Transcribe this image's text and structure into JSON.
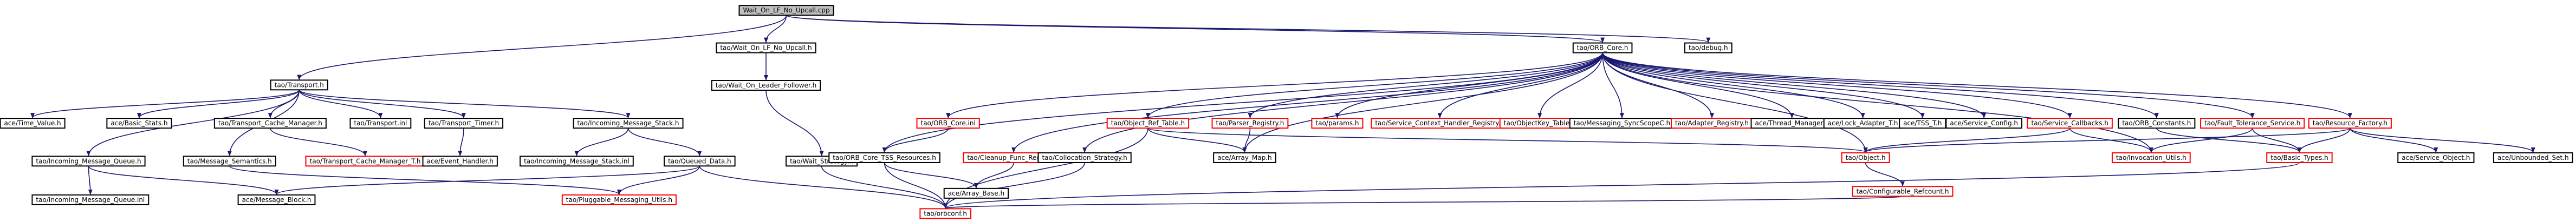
{
  "graph": {
    "root": "Wait_On_LF_No_Upcall.cpp",
    "colors": {
      "root_fill": "#bfbfbf",
      "node_border_black": "#000000",
      "node_border_red": "#ff0000",
      "node_fill": "#ffffff",
      "edge": "#191970"
    },
    "nodes": [
      {
        "id": "n_root",
        "label": "Wait_On_LF_No_Upcall.cpp",
        "border": "black",
        "root": true
      },
      {
        "id": "n_transport",
        "label": "tao/Transport.h",
        "border": "black"
      },
      {
        "id": "n_wait_lf_nu",
        "label": "tao/Wait_On_LF_No_Upcall.h",
        "border": "black"
      },
      {
        "id": "n_orb_core",
        "label": "tao/ORB_Core.h",
        "border": "black"
      },
      {
        "id": "n_debug",
        "label": "tao/debug.h",
        "border": "black"
      },
      {
        "id": "n_wait_leader",
        "label": "tao/Wait_On_Leader_Follower.h",
        "border": "black"
      },
      {
        "id": "n_time_value",
        "label": "ace/Time_Value.h",
        "border": "black"
      },
      {
        "id": "n_basic_stats",
        "label": "ace/Basic_Stats.h",
        "border": "black"
      },
      {
        "id": "n_tcm",
        "label": "tao/Transport_Cache_Manager.h",
        "border": "black"
      },
      {
        "id": "n_transport_inl",
        "label": "tao/Transport.inl",
        "border": "black"
      },
      {
        "id": "n_transport_timer",
        "label": "tao/Transport_Timer.h",
        "border": "black"
      },
      {
        "id": "n_ims",
        "label": "tao/Incoming_Message_Stack.h",
        "border": "black"
      },
      {
        "id": "n_imq",
        "label": "tao/Incoming_Message_Queue.h",
        "border": "black"
      },
      {
        "id": "n_msg_sem",
        "label": "tao/Message_Semantics.h",
        "border": "black"
      },
      {
        "id": "n_tcm_t",
        "label": "tao/Transport_Cache_Manager_T.h",
        "border": "red"
      },
      {
        "id": "n_event_handler",
        "label": "ace/Event_Handler.h",
        "border": "black"
      },
      {
        "id": "n_ims_inl",
        "label": "tao/Incoming_Message_Stack.inl",
        "border": "black"
      },
      {
        "id": "n_queued_data",
        "label": "tao/Queued_Data.h",
        "border": "black"
      },
      {
        "id": "n_imq_inl",
        "label": "tao/Incoming_Message_Queue.inl",
        "border": "black"
      },
      {
        "id": "n_msg_block",
        "label": "ace/Message_Block.h",
        "border": "black"
      },
      {
        "id": "n_pluggable",
        "label": "tao/Pluggable_Messaging_Utils.h",
        "border": "red"
      },
      {
        "id": "n_orbconf",
        "label": "tao/orbconf.h",
        "border": "red"
      },
      {
        "id": "n_wait_strategy",
        "label": "tao/Wait_Strategy.h",
        "border": "black"
      },
      {
        "id": "n_orb_core_inl",
        "label": "tao/ORB_Core.inl",
        "border": "red"
      },
      {
        "id": "n_orb_core_tss",
        "label": "tao/ORB_Core_TSS_Resources.h",
        "border": "black"
      },
      {
        "id": "n_cleanup",
        "label": "tao/Cleanup_Func_Registry.h",
        "border": "red"
      },
      {
        "id": "n_array_base",
        "label": "ace/Array_Base.h",
        "border": "black"
      },
      {
        "id": "n_collocation",
        "label": "tao/Collocation_Strategy.h",
        "border": "black"
      },
      {
        "id": "n_object_ref_table",
        "label": "tao/Object_Ref_Table.h",
        "border": "red"
      },
      {
        "id": "n_parser_registry",
        "label": "tao/Parser_Registry.h",
        "border": "red"
      },
      {
        "id": "n_params",
        "label": "tao/params.h",
        "border": "red"
      },
      {
        "id": "n_scr",
        "label": "tao/Service_Context_Handler_Registry.h",
        "border": "red"
      },
      {
        "id": "n_objectkey_table",
        "label": "tao/ObjectKey_Table.h",
        "border": "red"
      },
      {
        "id": "n_msg_sync_scope",
        "label": "tao/Messaging_SyncScopeC.h",
        "border": "black"
      },
      {
        "id": "n_adapter_registry",
        "label": "tao/Adapter_Registry.h",
        "border": "red"
      },
      {
        "id": "n_thread_manager",
        "label": "ace/Thread_Manager.h",
        "border": "black"
      },
      {
        "id": "n_lock_adapter",
        "label": "ace/Lock_Adapter_T.h",
        "border": "black"
      },
      {
        "id": "n_tss_t",
        "label": "ace/TSS_T.h",
        "border": "black"
      },
      {
        "id": "n_service_config",
        "label": "ace/Service_Config.h",
        "border": "black"
      },
      {
        "id": "n_service_callbacks",
        "label": "tao/Service_Callbacks.h",
        "border": "red"
      },
      {
        "id": "n_orb_constants",
        "label": "tao/ORB_Constants.h",
        "border": "black"
      },
      {
        "id": "n_fault_tolerance",
        "label": "tao/Fault_Tolerance_Service.h",
        "border": "red"
      },
      {
        "id": "n_resource_factory",
        "label": "tao/Resource_Factory.h",
        "border": "red"
      },
      {
        "id": "n_array_map",
        "label": "ace/Array_Map.h",
        "border": "black"
      },
      {
        "id": "n_object",
        "label": "tao/Object.h",
        "border": "red"
      },
      {
        "id": "n_invocation_utils",
        "label": "tao/Invocation_Utils.h",
        "border": "red"
      },
      {
        "id": "n_basic_types",
        "label": "tao/Basic_Types.h",
        "border": "red"
      },
      {
        "id": "n_service_object",
        "label": "ace/Service_Object.h",
        "border": "black"
      },
      {
        "id": "n_unbounded_set",
        "label": "ace/Unbounded_Set.h",
        "border": "black"
      },
      {
        "id": "n_configurable_refcount",
        "label": "tao/Configurable_Refcount.h",
        "border": "red"
      }
    ],
    "edges": [
      [
        "n_root",
        "n_transport"
      ],
      [
        "n_root",
        "n_wait_lf_nu"
      ],
      [
        "n_root",
        "n_orb_core"
      ],
      [
        "n_root",
        "n_debug"
      ],
      [
        "n_wait_lf_nu",
        "n_wait_leader"
      ],
      [
        "n_wait_leader",
        "n_wait_strategy"
      ],
      [
        "n_transport",
        "n_time_value"
      ],
      [
        "n_transport",
        "n_basic_stats"
      ],
      [
        "n_transport",
        "n_tcm"
      ],
      [
        "n_transport",
        "n_transport_inl"
      ],
      [
        "n_transport",
        "n_transport_timer"
      ],
      [
        "n_transport",
        "n_ims"
      ],
      [
        "n_transport",
        "n_imq"
      ],
      [
        "n_transport",
        "n_msg_sem"
      ],
      [
        "n_tcm",
        "n_tcm_t"
      ],
      [
        "n_transport_timer",
        "n_event_handler"
      ],
      [
        "n_ims",
        "n_ims_inl"
      ],
      [
        "n_ims",
        "n_queued_data"
      ],
      [
        "n_imq",
        "n_imq_inl"
      ],
      [
        "n_imq",
        "n_msg_block"
      ],
      [
        "n_msg_sem",
        "n_pluggable"
      ],
      [
        "n_queued_data",
        "n_msg_block"
      ],
      [
        "n_queued_data",
        "n_pluggable"
      ],
      [
        "n_queued_data",
        "n_orbconf"
      ],
      [
        "n_wait_strategy",
        "n_orbconf"
      ],
      [
        "n_orb_core",
        "n_orb_core_inl"
      ],
      [
        "n_orb_core",
        "n_orb_core_tss"
      ],
      [
        "n_orb_core",
        "n_cleanup"
      ],
      [
        "n_orb_core",
        "n_collocation"
      ],
      [
        "n_orb_core",
        "n_object_ref_table"
      ],
      [
        "n_orb_core",
        "n_parser_registry"
      ],
      [
        "n_orb_core",
        "n_params"
      ],
      [
        "n_orb_core",
        "n_scr"
      ],
      [
        "n_orb_core",
        "n_objectkey_table"
      ],
      [
        "n_orb_core",
        "n_msg_sync_scope"
      ],
      [
        "n_orb_core",
        "n_adapter_registry"
      ],
      [
        "n_orb_core",
        "n_thread_manager"
      ],
      [
        "n_orb_core",
        "n_lock_adapter"
      ],
      [
        "n_orb_core",
        "n_tss_t"
      ],
      [
        "n_orb_core",
        "n_service_config"
      ],
      [
        "n_orb_core",
        "n_service_callbacks"
      ],
      [
        "n_orb_core",
        "n_orb_constants"
      ],
      [
        "n_orb_core",
        "n_fault_tolerance"
      ],
      [
        "n_orb_core",
        "n_resource_factory"
      ],
      [
        "n_orb_core",
        "n_array_map"
      ],
      [
        "n_orb_core",
        "n_object"
      ],
      [
        "n_orb_core",
        "n_invocation_utils"
      ],
      [
        "n_orb_core_inl",
        "n_orb_core_tss"
      ],
      [
        "n_orb_core_tss",
        "n_array_base"
      ],
      [
        "n_orb_core_tss",
        "n_orbconf"
      ],
      [
        "n_cleanup",
        "n_array_base"
      ],
      [
        "n_collocation",
        "n_orbconf"
      ],
      [
        "n_object_ref_table",
        "n_array_map"
      ],
      [
        "n_object_ref_table",
        "n_object"
      ],
      [
        "n_object_ref_table",
        "n_orbconf"
      ],
      [
        "n_parser_registry",
        "n_array_map"
      ],
      [
        "n_service_callbacks",
        "n_object"
      ],
      [
        "n_service_callbacks",
        "n_invocation_utils"
      ],
      [
        "n_orb_constants",
        "n_basic_types"
      ],
      [
        "n_fault_tolerance",
        "n_basic_types"
      ],
      [
        "n_fault_tolerance",
        "n_invocation_utils"
      ],
      [
        "n_resource_factory",
        "n_basic_types"
      ],
      [
        "n_resource_factory",
        "n_service_object"
      ],
      [
        "n_resource_factory",
        "n_unbounded_set"
      ],
      [
        "n_resource_factory",
        "n_object"
      ],
      [
        "n_object",
        "n_configurable_refcount"
      ],
      [
        "n_configurable_refcount",
        "n_orbconf"
      ],
      [
        "n_basic_types",
        "n_orbconf"
      ]
    ]
  }
}
